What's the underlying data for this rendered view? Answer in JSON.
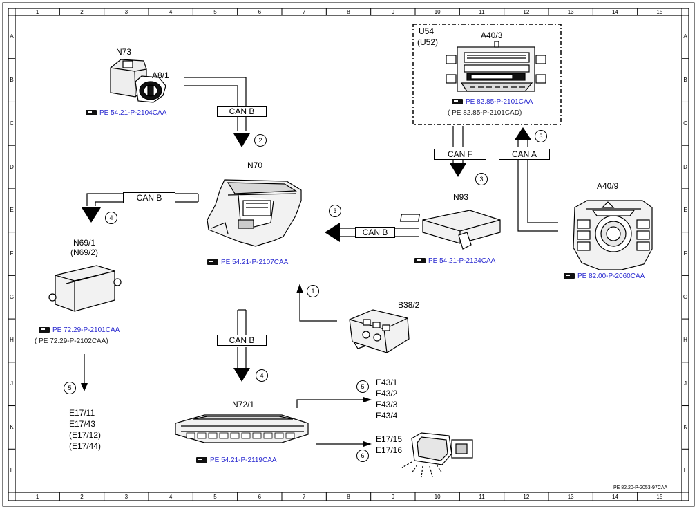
{
  "grid": {
    "columns": [
      "1",
      "2",
      "3",
      "4",
      "5",
      "6",
      "7",
      "8",
      "9",
      "10",
      "11",
      "12",
      "13",
      "14",
      "15"
    ],
    "rows": [
      "A",
      "B",
      "C",
      "D",
      "E",
      "F",
      "G",
      "H",
      "J",
      "K",
      "L"
    ]
  },
  "components": {
    "n73": {
      "label": "N73",
      "sub": "A8/1",
      "ref": "PE 54.21-P-2104CAA"
    },
    "u54": {
      "label": "U54",
      "label2": "(U52)",
      "unit": "A40/3",
      "ref": "PE 82.85-P-2101CAA",
      "ref_alt": "(   PE 82.85-P-2101CAD)"
    },
    "n70": {
      "label": "N70",
      "ref": "PE 54.21-P-2107CAA"
    },
    "n93": {
      "label": "N93",
      "ref": "PE 54.21-P-2124CAA"
    },
    "a40_9": {
      "label": "A40/9",
      "ref": "PE 82.00-P-2060CAA"
    },
    "n69": {
      "label": "N69/1",
      "label2": "(N69/2)",
      "ref": "PE 72.29-P-2101CAA",
      "ref_alt": "(   PE 72.29-P-2102CAA)"
    },
    "b38": {
      "label": "B38/2"
    },
    "n72": {
      "label": "N72/1",
      "ref": "PE 54.21-P-2119CAA"
    },
    "e17_group": {
      "lines": [
        "E17/11",
        "E17/43",
        "(E17/12)",
        "(E17/44)"
      ]
    },
    "e43_group": {
      "lines": [
        "E43/1",
        "E43/2",
        "E43/3",
        "E43/4"
      ]
    },
    "e17_15_group": {
      "lines": [
        "E17/15",
        "E17/16"
      ]
    }
  },
  "buses": {
    "can_b_top": "CAN B",
    "can_b_left": "CAN B",
    "can_b_mid": "CAN B",
    "can_b_bottom": "CAN B",
    "can_f": "CAN F",
    "can_a": "CAN A"
  },
  "markers": {
    "m_can_b_top": "2",
    "m_can_f": "3",
    "m_can_a": "3",
    "m_can_b_mid": "3",
    "m_can_b_left": "4",
    "m_b38": "1",
    "m_can_b_bottom": "4",
    "m_n69": "5",
    "m_e43": "5",
    "m_e17_15": "6"
  },
  "footer_code": "PE 82.20-P-2053-97CAA"
}
